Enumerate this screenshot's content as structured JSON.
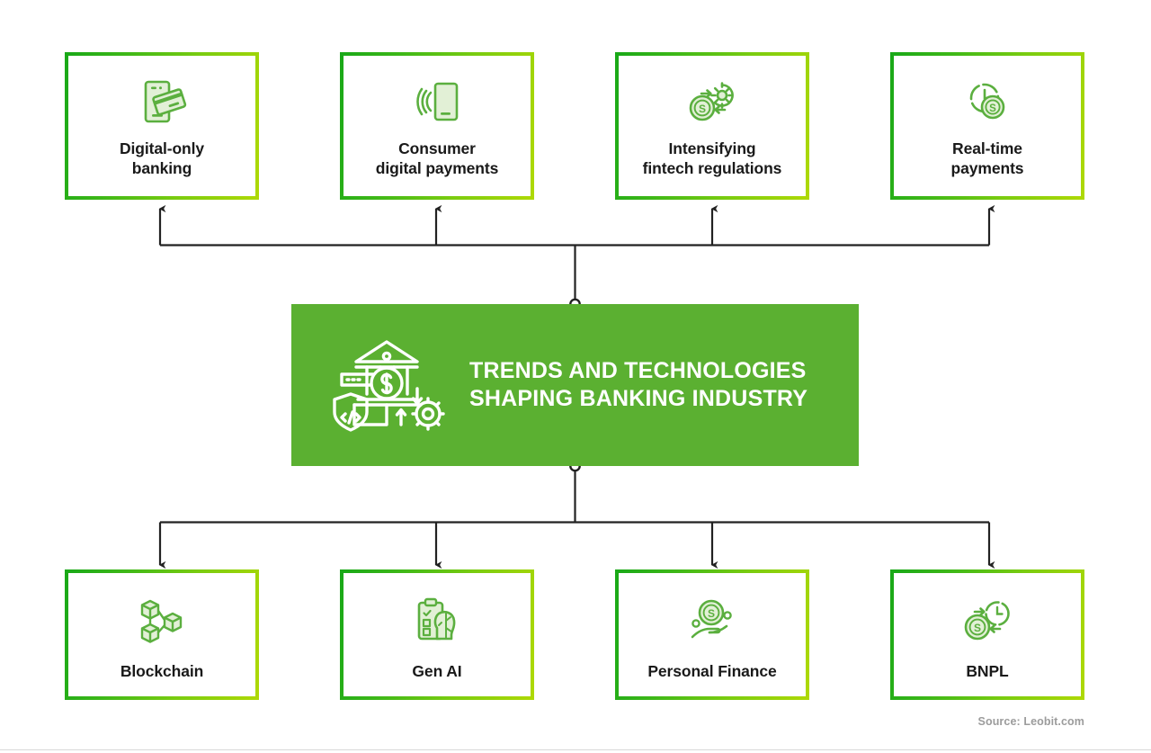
{
  "diagram": {
    "title": "TRENDS AND TECHNOLOGIES\nSHAPING BANKING INDUSTRY",
    "center_icon": "bank-blockchain-gear-icon",
    "center_color": "#5BB031",
    "border_gradient_start": "#18A818",
    "border_gradient_end": "#AFD905",
    "icon_color": "#5BAF3F",
    "icon_fill": "#D9EBCB",
    "connector_color": "#222222",
    "top_nodes": [
      {
        "label": "Digital-only\nbanking",
        "icon": "smartphone-credit-card-icon"
      },
      {
        "label": "Consumer\ndigital payments",
        "icon": "contactless-phone-payment-icon"
      },
      {
        "label": "Intensifying\nfintech regulations",
        "icon": "coin-gear-exchange-icon"
      },
      {
        "label": "Real-time\npayments",
        "icon": "clock-coin-icon"
      }
    ],
    "bottom_nodes": [
      {
        "label": "Blockchain",
        "icon": "blockchain-cubes-icon"
      },
      {
        "label": "Gen AI",
        "icon": "clipboard-brain-icon"
      },
      {
        "label": "Personal Finance",
        "icon": "hand-coin-icon"
      },
      {
        "label": "BNPL",
        "icon": "coin-clock-exchange-icon"
      }
    ],
    "source": "Source: Leobit.com"
  }
}
